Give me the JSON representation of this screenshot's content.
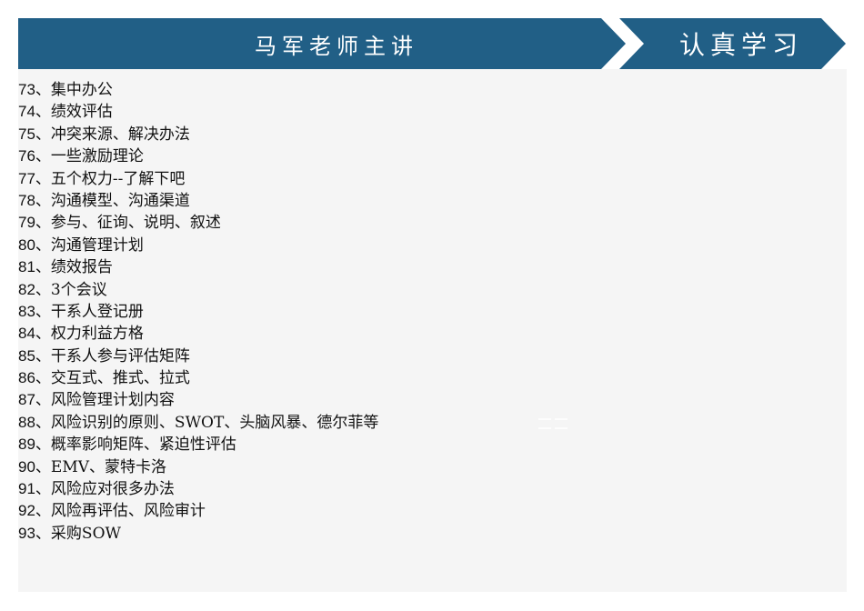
{
  "header": {
    "title_left": "马军老师主讲",
    "title_right": "认真学习",
    "color": "#215f86",
    "text_color": "#ffffff"
  },
  "panel": {
    "background": "#f5f5f5"
  },
  "topics": [
    {
      "num": "73",
      "sep": "、",
      "text": "集中办公"
    },
    {
      "num": "74",
      "sep": "、",
      "text": "绩效评估"
    },
    {
      "num": "75",
      "sep": "、",
      "text": "冲突来源、解决办法"
    },
    {
      "num": "76",
      "sep": "、",
      "text": "一些激励理论"
    },
    {
      "num": "77",
      "sep": "、",
      "text": "五个权力--了解下吧"
    },
    {
      "num": "78",
      "sep": "、",
      "text": "沟通模型、沟通渠道"
    },
    {
      "num": "79",
      "sep": "、",
      "text": "参与、征询、说明、叙述"
    },
    {
      "num": "80",
      "sep": "、",
      "text": "沟通管理计划"
    },
    {
      "num": "81",
      "sep": "、",
      "text": "绩效报告"
    },
    {
      "num": "82",
      "sep": "、",
      "text": "3个会议"
    },
    {
      "num": "83",
      "sep": "、",
      "text": "干系人登记册"
    },
    {
      "num": "84",
      "sep": "、",
      "text": "权力利益方格"
    },
    {
      "num": "85",
      "sep": "、",
      "text": "干系人参与评估矩阵"
    },
    {
      "num": "86",
      "sep": "、",
      "text": "交互式、推式、拉式"
    },
    {
      "num": "87",
      "sep": "、",
      "text": "风险管理计划内容"
    },
    {
      "num": "88",
      "sep": "、",
      "text": "风险识别的原则、SWOT、头脑风暴、德尔菲等"
    },
    {
      "num": "89",
      "sep": "、",
      "text": "概率影响矩阵、紧迫性评估"
    },
    {
      "num": "90",
      "sep": "、",
      "text": "EMV、蒙特卡洛"
    },
    {
      "num": "91",
      "sep": "、",
      "text": "风险应对很多办法"
    },
    {
      "num": "92",
      "sep": "、",
      "text": "风险再评估、风险审计"
    },
    {
      "num": "93",
      "sep": "、",
      "text": "采购SOW"
    }
  ]
}
